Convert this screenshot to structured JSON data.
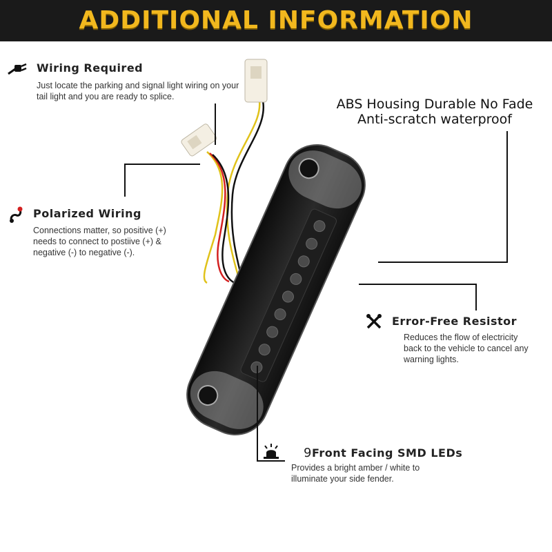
{
  "header": {
    "title": "ADDITIONAL INFORMATION"
  },
  "features": {
    "wiring": {
      "title": "Wiring Required",
      "description": "Just locate the parking and signal light wiring on your tail light and you are ready to splice.",
      "icon": "plug-icon"
    },
    "polarized": {
      "title": "Polarized Wiring",
      "description": "Connections matter, so positive (+) needs to connect to postiive (+) & negative (-) to negative (-).",
      "icon": "polarity-icon"
    },
    "abs": {
      "title_line1": "ABS Housing Durable No Fade",
      "title_line2": "Anti-scratch waterproof"
    },
    "resistor": {
      "title": "Error-Free Resistor",
      "description": "Reduces the flow of electricity back to the vehicle to cancel any warning lights.",
      "icon": "tools-icon"
    },
    "leds": {
      "count": "9",
      "title": "Front Facing SMD LEDs",
      "description": "Provides a bright amber / white to illuminate your side fender.",
      "icon": "light-icon"
    }
  },
  "colors": {
    "accent": "#f2b81e",
    "header_bg": "#1a1a1a"
  }
}
